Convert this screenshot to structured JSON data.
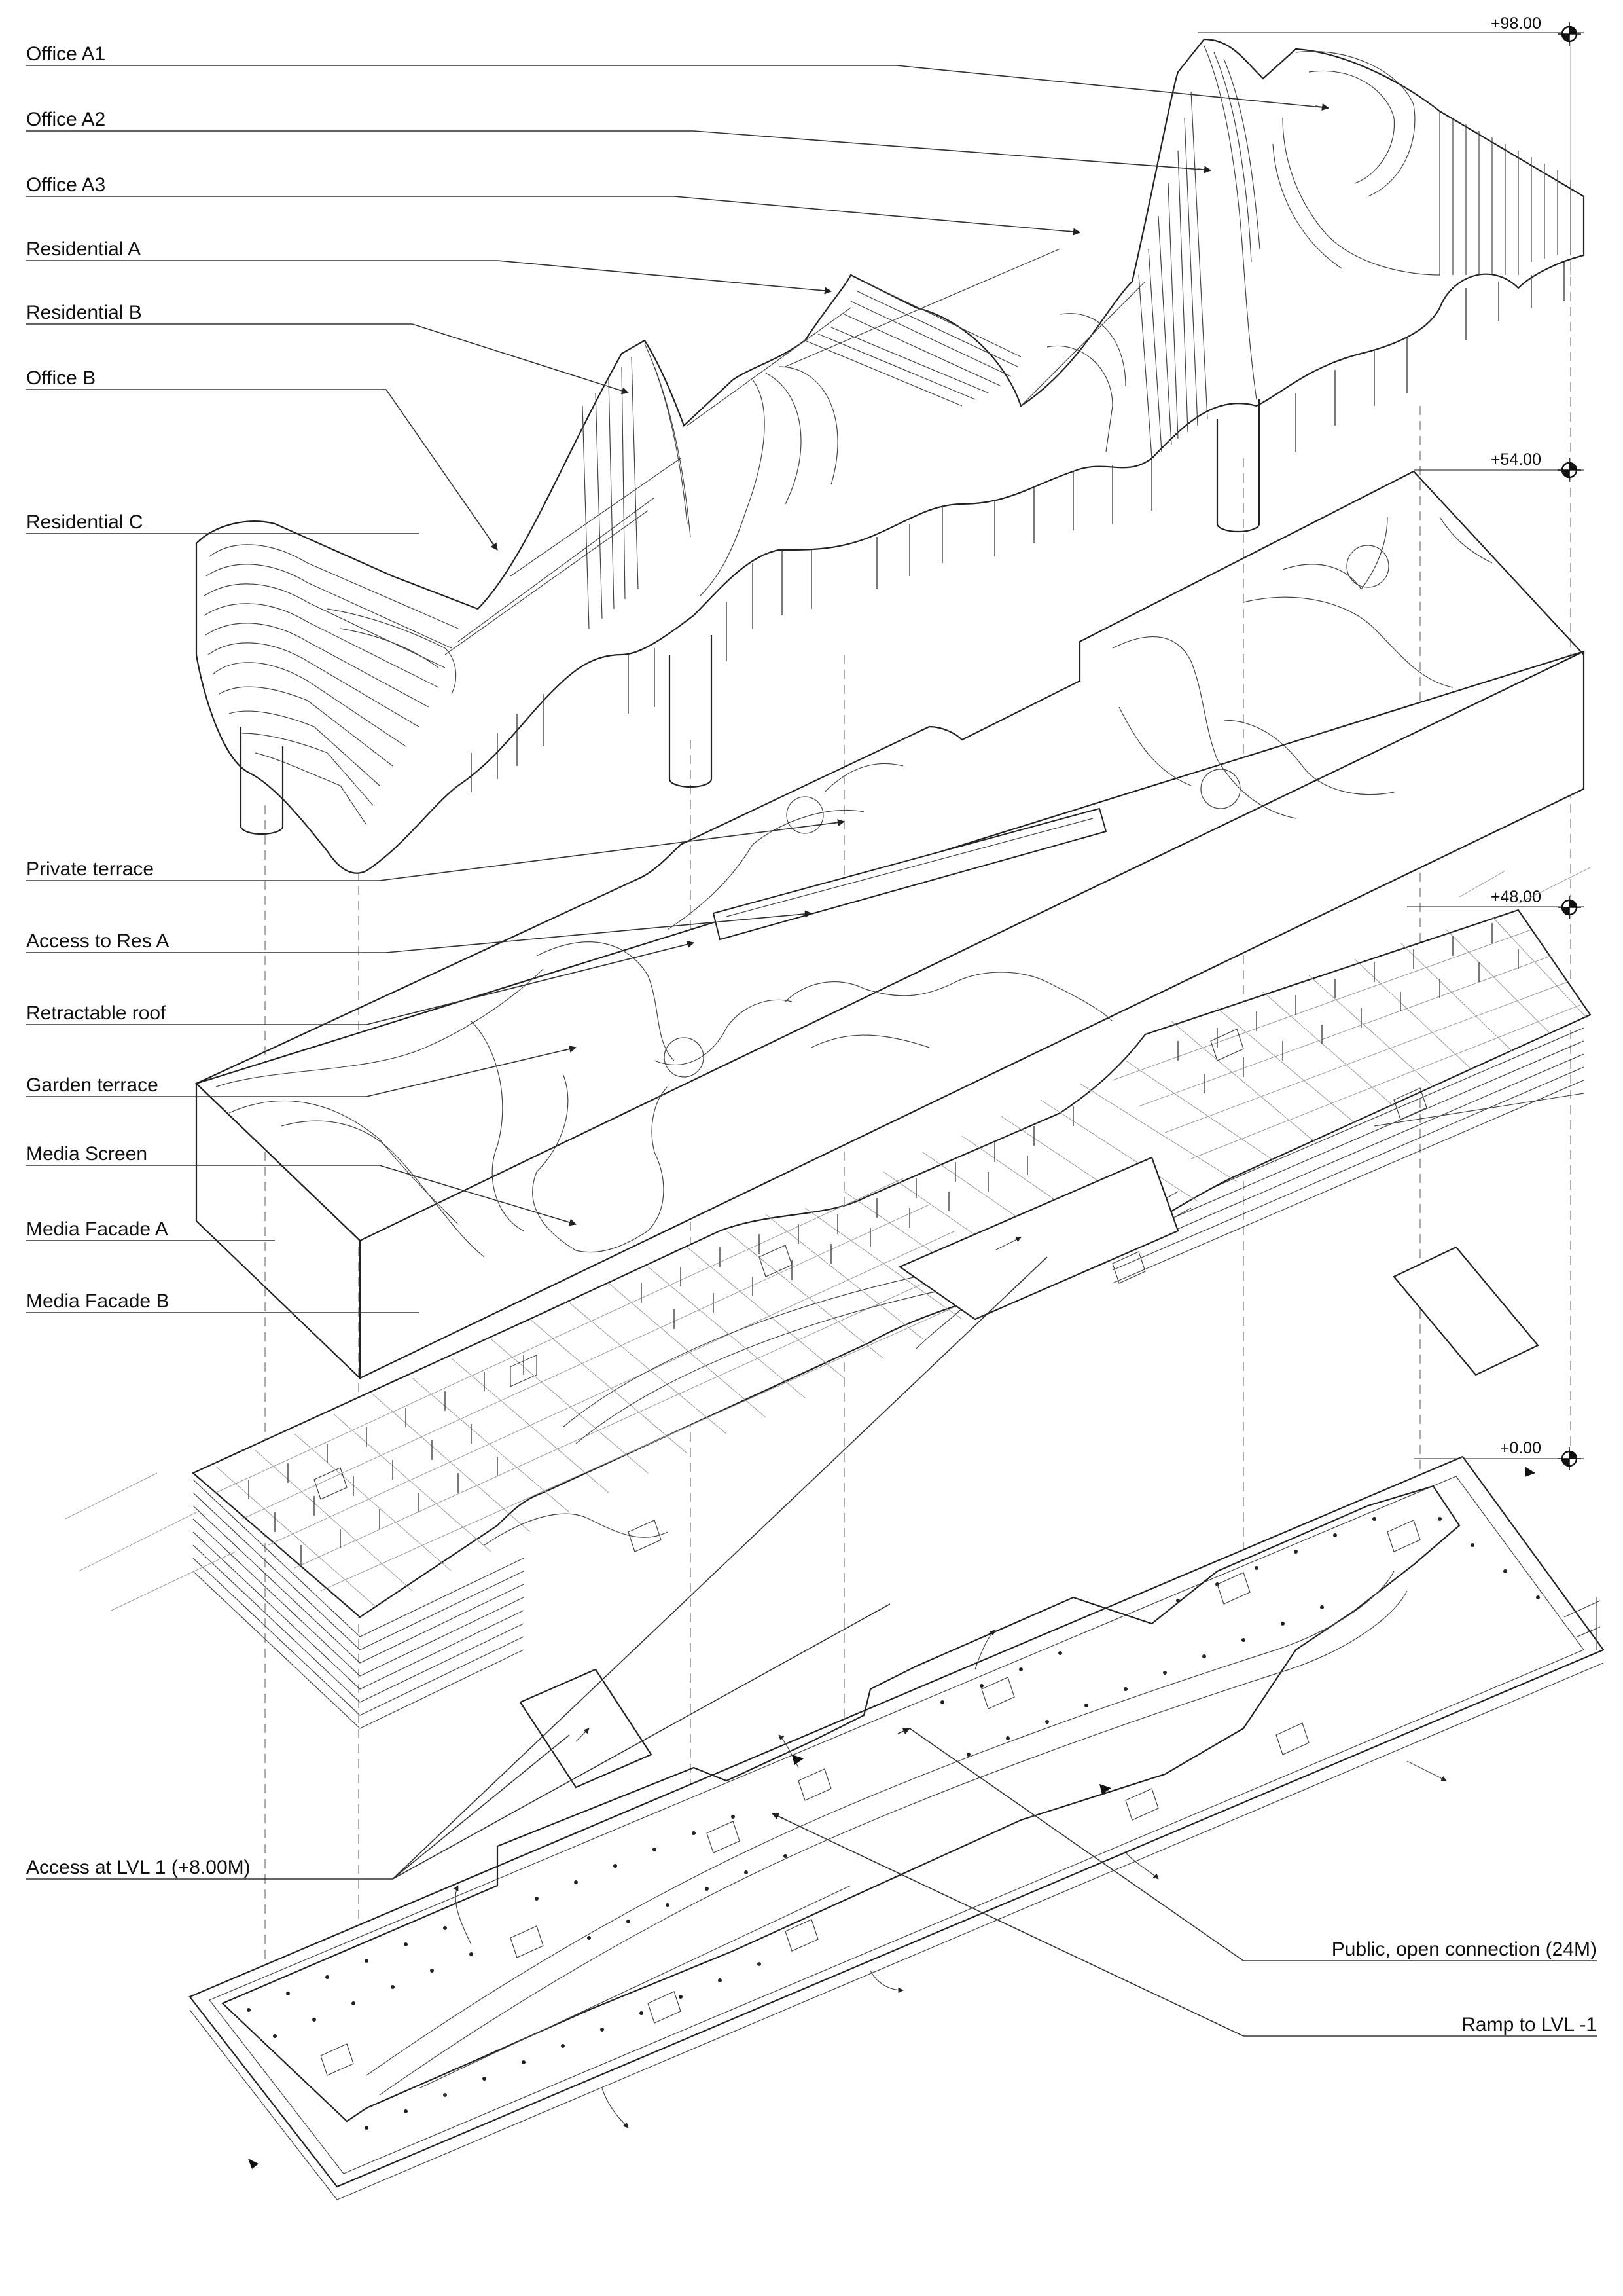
{
  "labels": {
    "office_a1": "Office A1",
    "office_a2": "Office A2",
    "office_a3": "Office A3",
    "residential_a": "Residential A",
    "residential_b": "Residential B",
    "office_b": "Office B",
    "residential_c": "Residential C",
    "private_terrace": "Private terrace",
    "access_res_a": "Access to Res A",
    "retractable_roof": "Retractable roof",
    "garden_terrace": "Garden terrace",
    "media_screen": "Media Screen",
    "media_facade_a": "Media Facade A",
    "media_facade_b": "Media Facade B",
    "access_lvl1": "Access at LVL 1 (+8.00M)",
    "public_connection": "Public, open connection (24M)",
    "ramp_lvl_minus1": "Ramp to LVL -1"
  },
  "levels": {
    "l98": "+98.00",
    "l54": "+54.00",
    "l48": "+48.00",
    "l0": "+0.00"
  },
  "icons": {
    "level_marker": "level-datum-icon",
    "flow_arrow": "direction-arrow-icon"
  }
}
